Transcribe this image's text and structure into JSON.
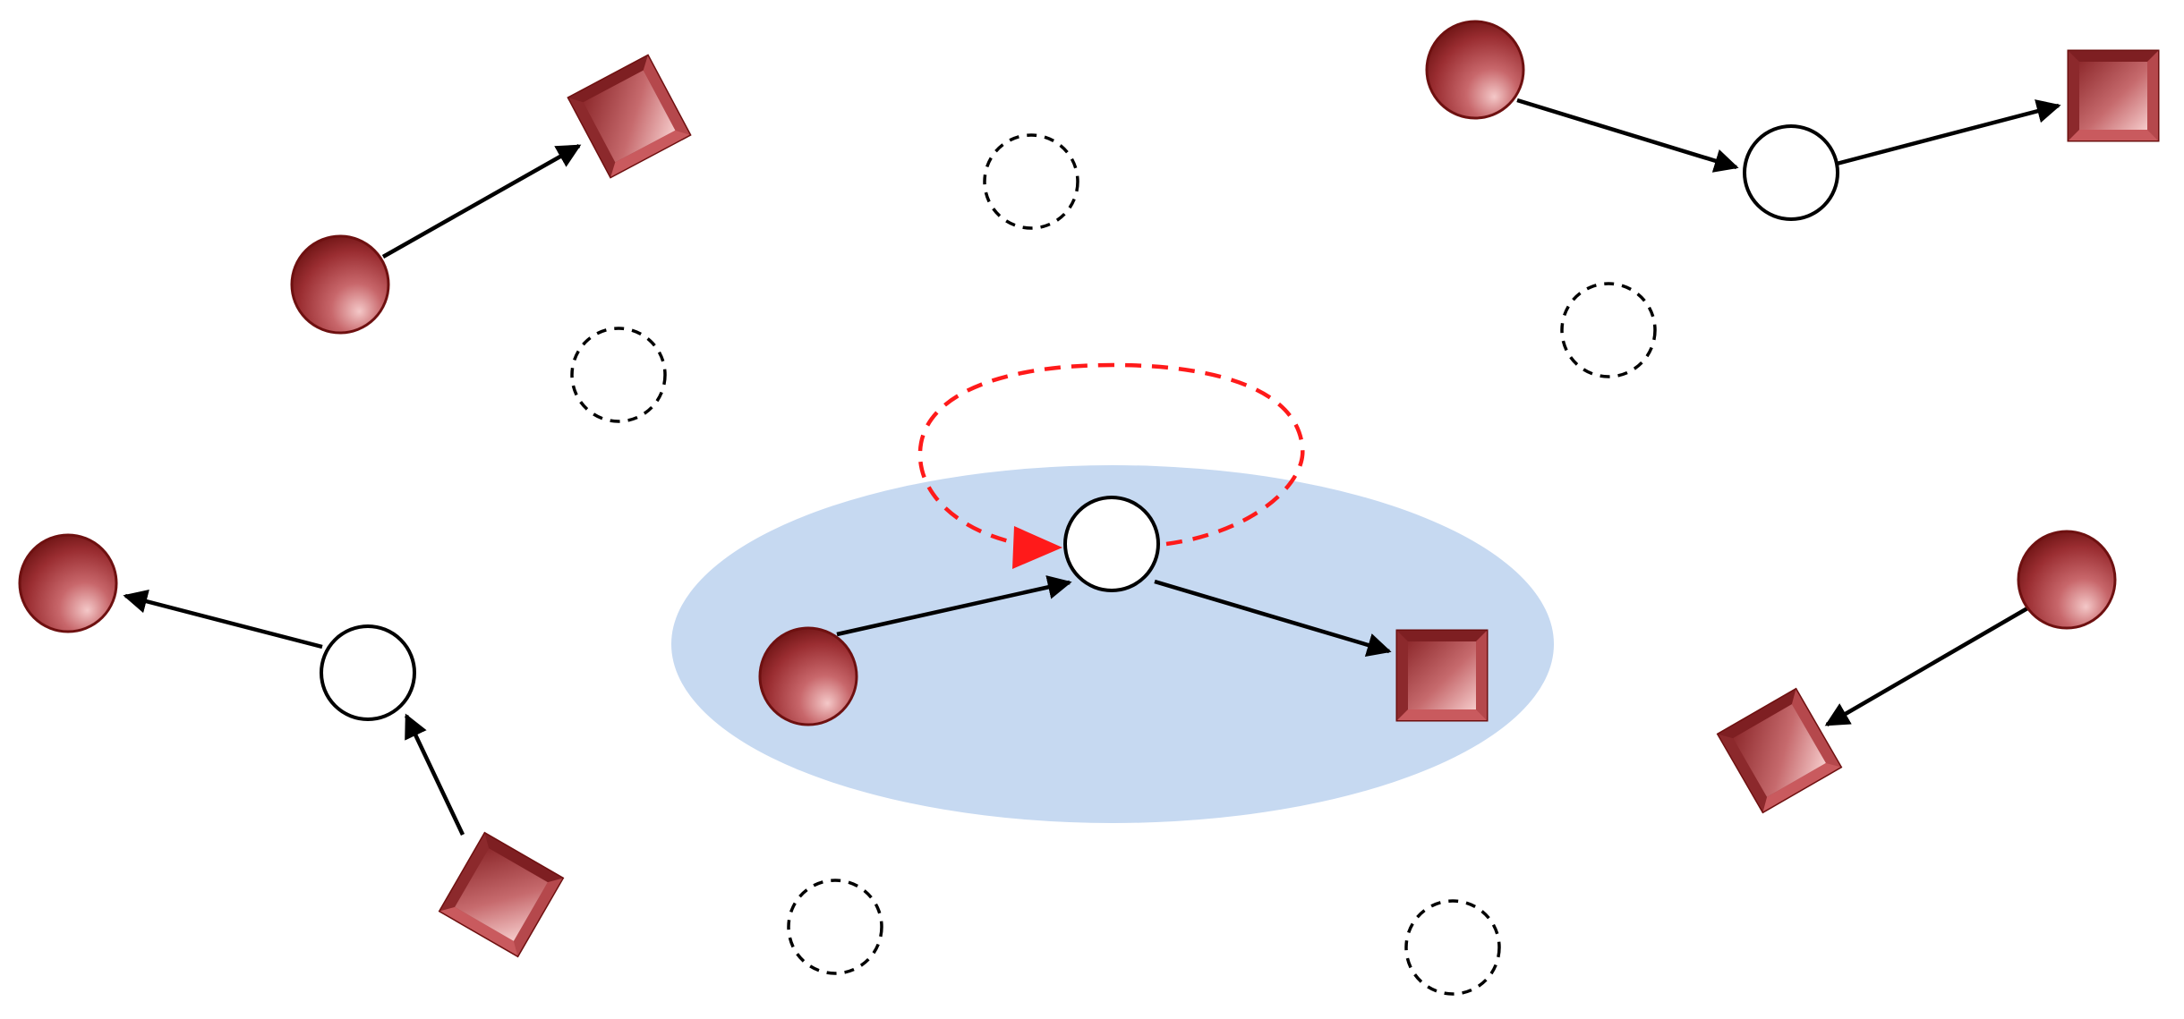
{
  "colors": {
    "background": "#ffffff",
    "highlight_region": "#c6d9f1",
    "filled_node": "#a8383c",
    "filled_node_dark": "#7a1a1c",
    "filled_node_light": "#f2c4c4",
    "outline": "#000000",
    "feedback_loop": "#ff1a1a"
  },
  "legend_shapes": {
    "circle_filled": "gradient-sphere",
    "square_filled": "beveled-square",
    "circle_empty": "open-circle",
    "circle_dashed": "dashed-placeholder-circle"
  }
}
